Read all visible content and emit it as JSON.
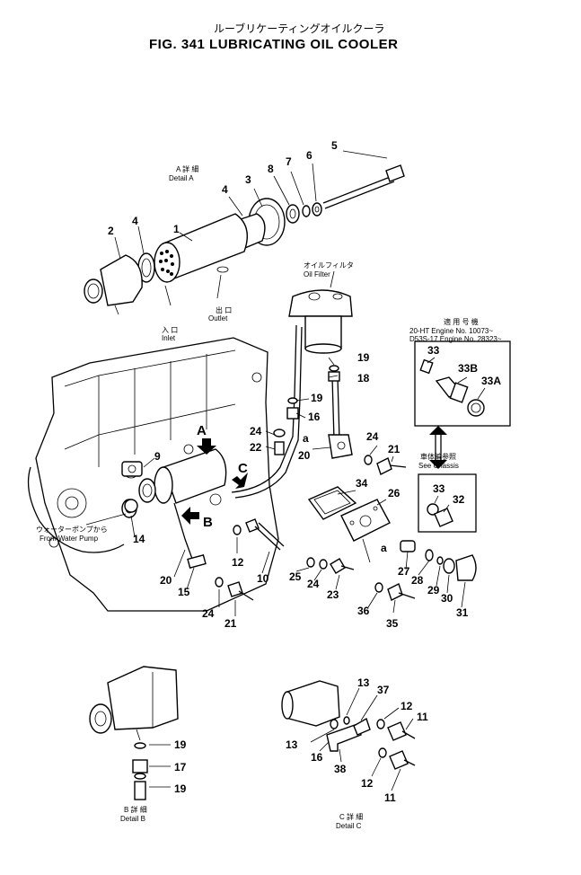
{
  "title": {
    "japanese": "ルーブリケーティングオイルクーラ",
    "english": "FIG. 341  LUBRICATING OIL COOLER"
  },
  "notes": {
    "detail_a_jp": "A 詳 細",
    "detail_a": "Detail A",
    "inlet_jp": "入 口",
    "inlet": "Inlet",
    "outlet_jp": "出 口",
    "outlet": "Outlet",
    "oil_filter_jp": "オイルフィルタ",
    "oil_filter": "Oil    Filter",
    "applicable_jp": "適 用 号 機",
    "engine_line1": "20-HT      Engine No. 10073~",
    "engine_line2": "D53S-17   Engine No. 28323~",
    "see_chassis_jp": "車体編参照",
    "see_chassis": "See Chassis",
    "from_water_pump_jp": "ウォーターポンプから",
    "from_water_pump": "From Water Pump",
    "detail_b_jp": "B 詳 細",
    "detail_b": "Detail B",
    "detail_c_jp": "C 詳 細",
    "detail_c": "Detail C"
  },
  "view_markers": {
    "a": "A",
    "b": "B",
    "c": "C",
    "small_a": "a"
  },
  "part_numbers": {
    "p1": "1",
    "p2": "2",
    "p3": "3",
    "p4": "4",
    "p5": "5",
    "p6": "6",
    "p7": "7",
    "p8": "8",
    "p9": "9",
    "p10": "10",
    "p11": "11",
    "p12": "12",
    "p13": "13",
    "p14": "14",
    "p15": "15",
    "p16": "16",
    "p17": "17",
    "p18": "18",
    "p19": "19",
    "p20": "20",
    "p21": "21",
    "p22": "22",
    "p23": "23",
    "p24": "24",
    "p25": "25",
    "p26": "26",
    "p27": "27",
    "p28": "28",
    "p29": "29",
    "p30": "30",
    "p31": "31",
    "p32": "32",
    "p33": "33",
    "p33a": "33A",
    "p33b": "33B",
    "p34": "34",
    "p35": "35",
    "p36": "36",
    "p37": "37",
    "p38": "38"
  }
}
